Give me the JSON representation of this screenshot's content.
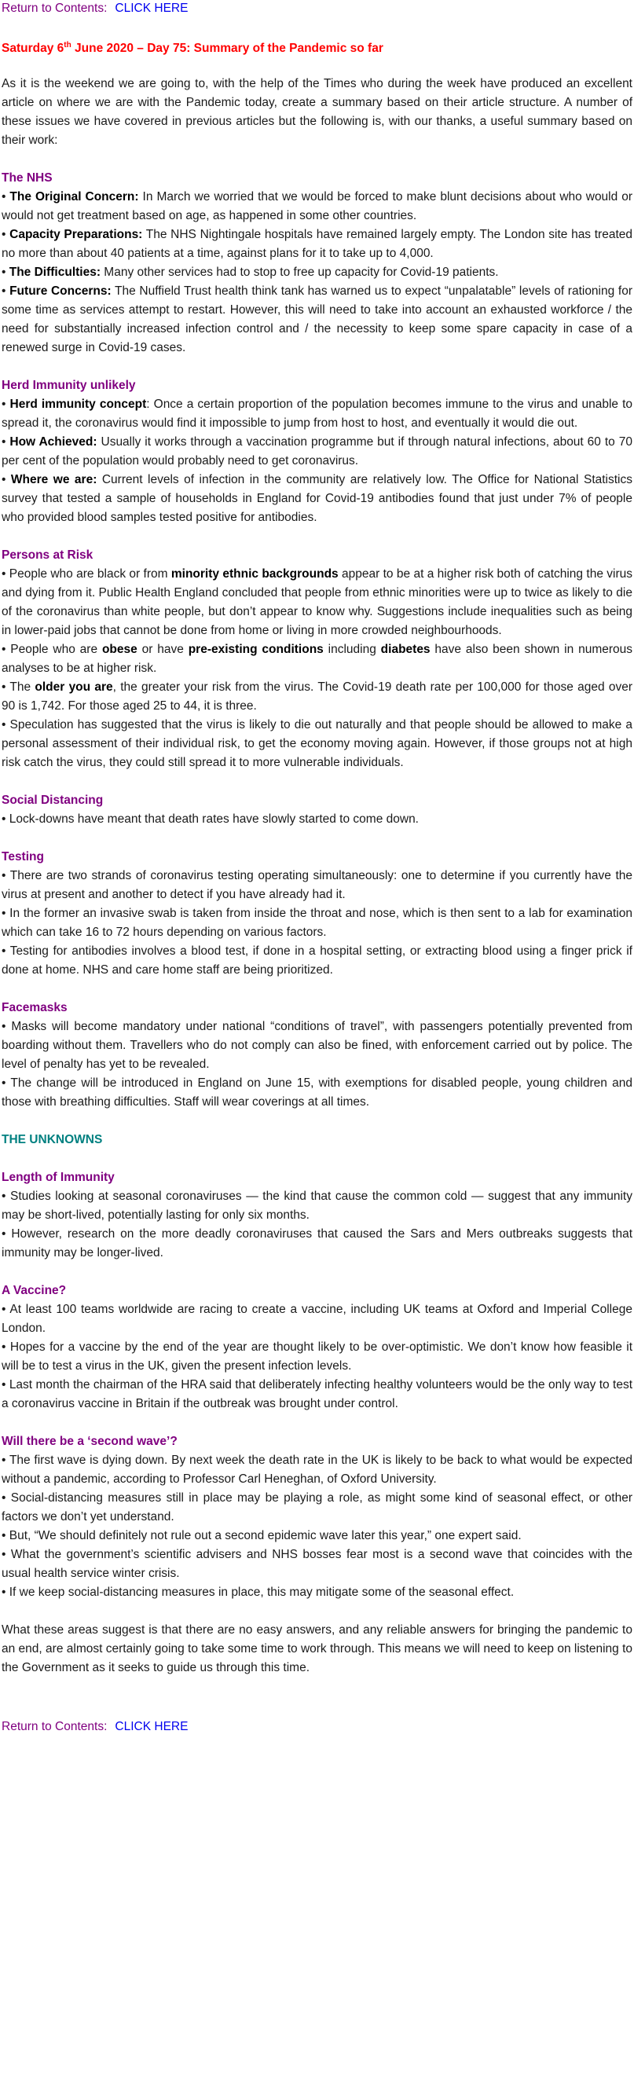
{
  "nav": {
    "return_label": "Return to Contents:",
    "click_here": "CLICK HERE"
  },
  "title": {
    "prefix": "Saturday 6",
    "sup": "th",
    "suffix": " June 2020 – Day 75: Summary of the Pandemic so far"
  },
  "intro": "As it is the weekend we are going to, with the help of the Times who during the week have produced an excellent article on where we are with the Pandemic today, create a summary based on their article structure. A number of these issues we have covered in previous articles but the following is, with our thanks, a useful summary based on their work:",
  "sections": {
    "nhs": {
      "heading": "The NHS",
      "items": [
        {
          "b": "The Original Concern:",
          "t": " In March we worried that we would be forced to make blunt decisions about who would or would not get treatment based on age, as happened in some other countries."
        },
        {
          "b": "Capacity Preparations:",
          "t": " The NHS Nightingale hospitals have remained largely empty. The London site has treated no more than about 40 patients at a time, against plans for it to take up to 4,000."
        },
        {
          "b": "The Difficulties:",
          "t": "  Many other services had to stop to free up capacity for Covid-19 patients."
        },
        {
          "b": "Future Concerns:",
          "t": " The Nuffield Trust health think tank has warned us to expect “unpalatable” levels of rationing for some time as services attempt to restart. However, this will need to take into account an exhausted workforce / the need for substantially increased infection control and / the necessity to keep some spare capacity in case of a renewed surge in Covid-19 cases."
        }
      ]
    },
    "herd": {
      "heading": "Herd Immunity unlikely",
      "items": [
        {
          "b": "Herd immunity concept",
          "t": ":  Once a certain proportion of the population becomes immune to the virus and unable to spread it, the coronavirus would find it impossible to jump from host to host, and eventually it would die out."
        },
        {
          "b": "How Achieved:",
          "t": " Usually it works through a vaccination programme but if through natural infections, about 60 to 70 per cent of the population would probably need to get coronavirus."
        },
        {
          "b": "Where we are:",
          "t": " Current levels of infection in the community are relatively low. The Office for National Statistics survey that tested a sample of households in England for Covid-19 antibodies found that just under 7% of people who provided blood samples tested positive for antibodies."
        }
      ]
    },
    "risk": {
      "heading": "Persons at Risk",
      "item1_a": "People who are black or from ",
      "item1_b": "minority ethnic backgrounds",
      "item1_c": " appear to be at a higher risk both of catching the virus and dying from it. Public Health England concluded that people from ethnic minorities were up to twice as likely to die of the coronavirus than white people, but don’t appear to know why. Suggestions include inequalities such as being in lower-paid jobs that cannot be done from home or living in more crowded neighbourhoods.",
      "item2_a": "People who are ",
      "item2_b": "obese",
      "item2_c": " or have ",
      "item2_d": "pre-existing conditions",
      "item2_e": " including ",
      "item2_f": "diabetes",
      "item2_g": " have also been shown in numerous analyses to be at higher risk.",
      "item3_a": "The ",
      "item3_b": "older you are",
      "item3_c": ", the greater your risk from the virus. The Covid-19 death rate per 100,000 for those aged over 90 is 1,742. For those aged 25 to 44, it is three.",
      "item4": "Speculation has suggested that the virus is likely to die out naturally and that people should be allowed to make a personal assessment of their individual risk, to get the economy moving again. However, if those groups not at high risk catch the virus, they could still spread it to more vulnerable individuals."
    },
    "distancing": {
      "heading": "Social Distancing",
      "items": [
        "Lock-downs have meant that death rates have slowly started to come down."
      ]
    },
    "testing": {
      "heading": "Testing",
      "items": [
        "There are two strands of coronavirus testing operating simultaneously: one to determine if you currently have the virus at present and another to detect if you have already had it.",
        "In the former an invasive swab is taken from inside the throat and nose, which is then sent to a lab for examination which can take 16 to 72 hours depending on various factors.",
        "Testing for antibodies involves a blood test, if done in a hospital setting, or extracting blood using a finger prick if done at home. NHS and care home staff are being prioritized."
      ]
    },
    "facemasks": {
      "heading": "Facemasks",
      "items": [
        "Masks will become mandatory under national “conditions of travel”, with passengers potentially prevented from boarding without them. Travellers who do not comply can also be fined, with enforcement carried out by police. The level of penalty has yet to be revealed.",
        "The change will be introduced in England on June 15, with exemptions for disabled people, young children and those with breathing difficulties. Staff will wear coverings at all times."
      ]
    },
    "unknowns": {
      "heading": "THE UNKNOWNS"
    },
    "immunity": {
      "heading": "Length of Immunity",
      "items": [
        "Studies looking at seasonal coronaviruses — the kind that cause the common cold — suggest that any immunity may be short-lived, potentially lasting for only six months.",
        "However, research on the more deadly coronaviruses that caused the Sars and Mers outbreaks suggests that immunity may be longer-lived."
      ]
    },
    "vaccine": {
      "heading": "A Vaccine?",
      "items": [
        "At least 100 teams worldwide are racing to create a vaccine, including UK teams at Oxford and Imperial College London.",
        "Hopes for a vaccine by the end of the year are thought likely to be over-optimistic. We don’t know how feasible it will be to test a virus in the UK, given the present infection levels.",
        "Last month the chairman of the HRA said that deliberately infecting healthy volunteers would be the only way to test a coronavirus vaccine in Britain if the outbreak was brought under control."
      ]
    },
    "wave": {
      "heading": "Will there be a ‘second wave’?",
      "items": [
        "The first wave is dying down. By next week the death rate in the UK is likely to be back to what would be expected without a pandemic, according to Professor Carl Heneghan, of Oxford University.",
        "Social-distancing measures still in place may be playing a role, as might some kind of seasonal effect, or other factors we don’t yet understand.",
        "But, “We should definitely not rule out a second epidemic wave later this year,” one expert said.",
        "What the government’s scientific advisers and NHS bosses fear most is a second wave that coincides with the usual health service winter crisis.",
        "If we keep social-distancing measures in place, this may mitigate some of the seasonal effect."
      ]
    }
  },
  "closing": "What these areas suggest is that there are no easy answers, and any reliable answers for bringing the pandemic to an end, are almost certainly going to take some time to work through. This means we will need to keep on listening to the Government as it seeks to guide us through this time.",
  "bullet": "• ",
  "colors": {
    "heading_purple": "#800080",
    "title_red": "#ff0000",
    "link_blue": "#0000ee",
    "unknowns_teal": "#008080"
  }
}
